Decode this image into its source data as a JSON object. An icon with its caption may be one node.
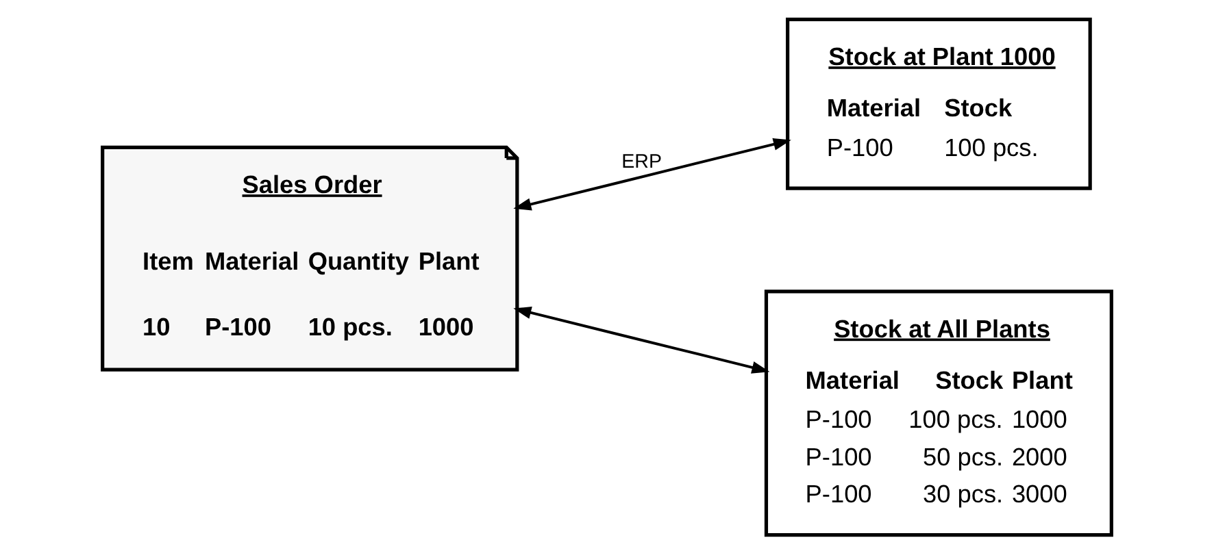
{
  "diagram": {
    "nodes": [
      {
        "text": [
          "Sales Order",
          "Item",
          "Material",
          "Quantity",
          "Plant",
          "10",
          "P-100",
          "10 pcs.",
          "1000"
        ]
      },
      {
        "text": [
          "Stock at Plant 1000",
          "Material",
          "Stock",
          "P-100",
          "100 pcs."
        ]
      },
      {
        "text": [
          "Stock at All Plants",
          "Material",
          "Stock",
          "Plant",
          "P-100",
          "100 pcs.",
          "1000",
          "P-100",
          "50 pcs.",
          "2000",
          "P-100",
          "30 pcs.",
          "3000"
        ]
      }
    ],
    "edges": [
      {
        "from": 0,
        "to": 1,
        "arrow": "both",
        "label": "ERP"
      },
      {
        "from": 0,
        "to": 2,
        "arrow": "both"
      }
    ]
  }
}
